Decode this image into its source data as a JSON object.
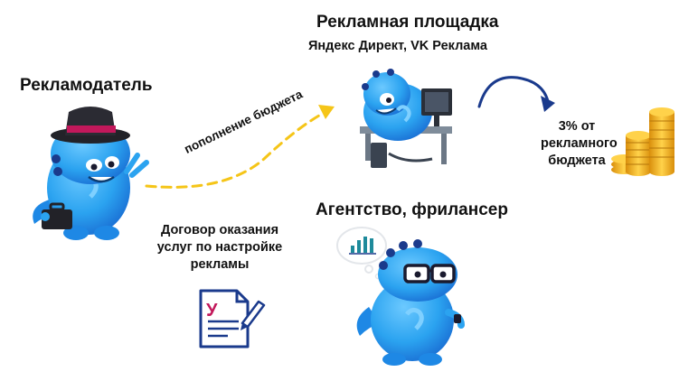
{
  "advertiser": {
    "title": "Рекламодатель"
  },
  "platform": {
    "title": "Рекламная площадка",
    "subtitle": "Яндекс Директ, VK Реклама"
  },
  "agency": {
    "title": "Агентство, фрилансер"
  },
  "contract": {
    "text": "Договор оказания услуг по настройке рекламы",
    "doc_letter": "У"
  },
  "budget_flow": {
    "label": "пополнение бюджета"
  },
  "commission": {
    "text": "3% от рекламного бюджета"
  },
  "colors": {
    "mascot": "#2ba3f0",
    "mascot_dark": "#1a6fd4",
    "arrow_dashed": "#f5c518",
    "arrow_dark": "#1a3a8c",
    "coin": "#f3b31d",
    "doc_letter": "#c2185b"
  }
}
